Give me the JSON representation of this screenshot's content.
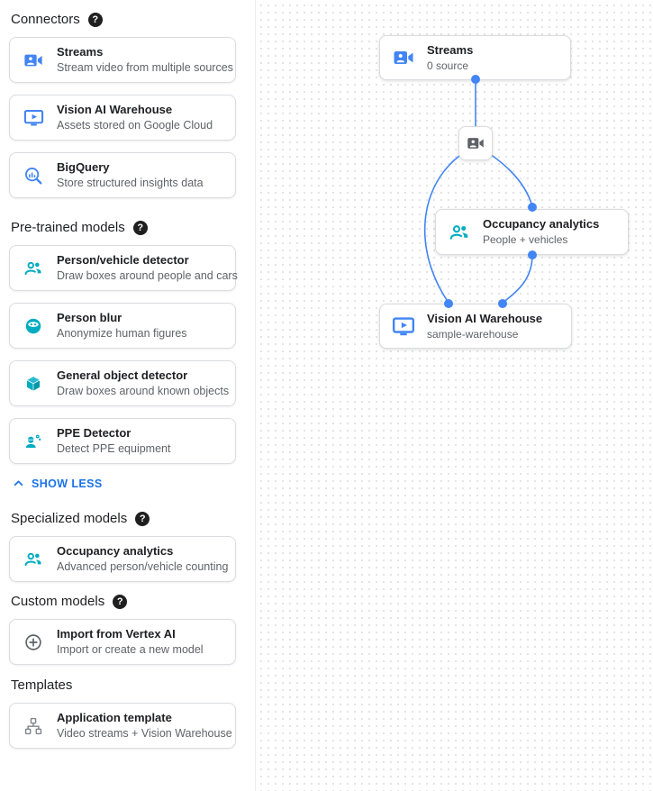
{
  "colors": {
    "accent_blue": "#4285F4",
    "link_blue": "#1a73e8",
    "teal": "#00ACC1",
    "gray_icon": "#5f6368",
    "card_border": "#dadce0"
  },
  "icons": {
    "help_glyph": "?"
  },
  "sidebar": {
    "sections": {
      "connectors": {
        "title": "Connectors",
        "items": {
          "streams": {
            "title": "Streams",
            "description": "Stream video from multiple sources"
          },
          "warehouse": {
            "title": "Vision AI Warehouse",
            "description": "Assets stored on Google Cloud"
          },
          "bigquery": {
            "title": "BigQuery",
            "description": "Store structured insights data"
          }
        }
      },
      "pretrained": {
        "title": "Pre-trained models",
        "items": {
          "person_vehicle": {
            "title": "Person/vehicle detector",
            "description": "Draw boxes around people and cars"
          },
          "person_blur": {
            "title": "Person blur",
            "description": "Anonymize human figures"
          },
          "object_detector": {
            "title": "General object detector",
            "description": "Draw boxes around known objects"
          },
          "ppe": {
            "title": "PPE Detector",
            "description": "Detect PPE equipment"
          }
        },
        "collapse_label": "SHOW LESS"
      },
      "specialized": {
        "title": "Specialized models",
        "items": {
          "occupancy": {
            "title": "Occupancy analytics",
            "description": "Advanced person/vehicle counting"
          }
        }
      },
      "custom": {
        "title": "Custom models",
        "items": {
          "vertex": {
            "title": "Import from Vertex AI",
            "description": "Import or create a new model"
          }
        }
      },
      "templates": {
        "title": "Templates",
        "items": {
          "app_template": {
            "title": "Application template",
            "description": "Video streams + Vision Warehouse"
          }
        }
      }
    }
  },
  "canvas": {
    "nodes": {
      "streams": {
        "title": "Streams",
        "subtitle": "0 source"
      },
      "occupancy": {
        "title": "Occupancy analytics",
        "subtitle": "People + vehicles"
      },
      "warehouse": {
        "title": "Vision AI Warehouse",
        "subtitle": "sample-warehouse"
      }
    }
  }
}
